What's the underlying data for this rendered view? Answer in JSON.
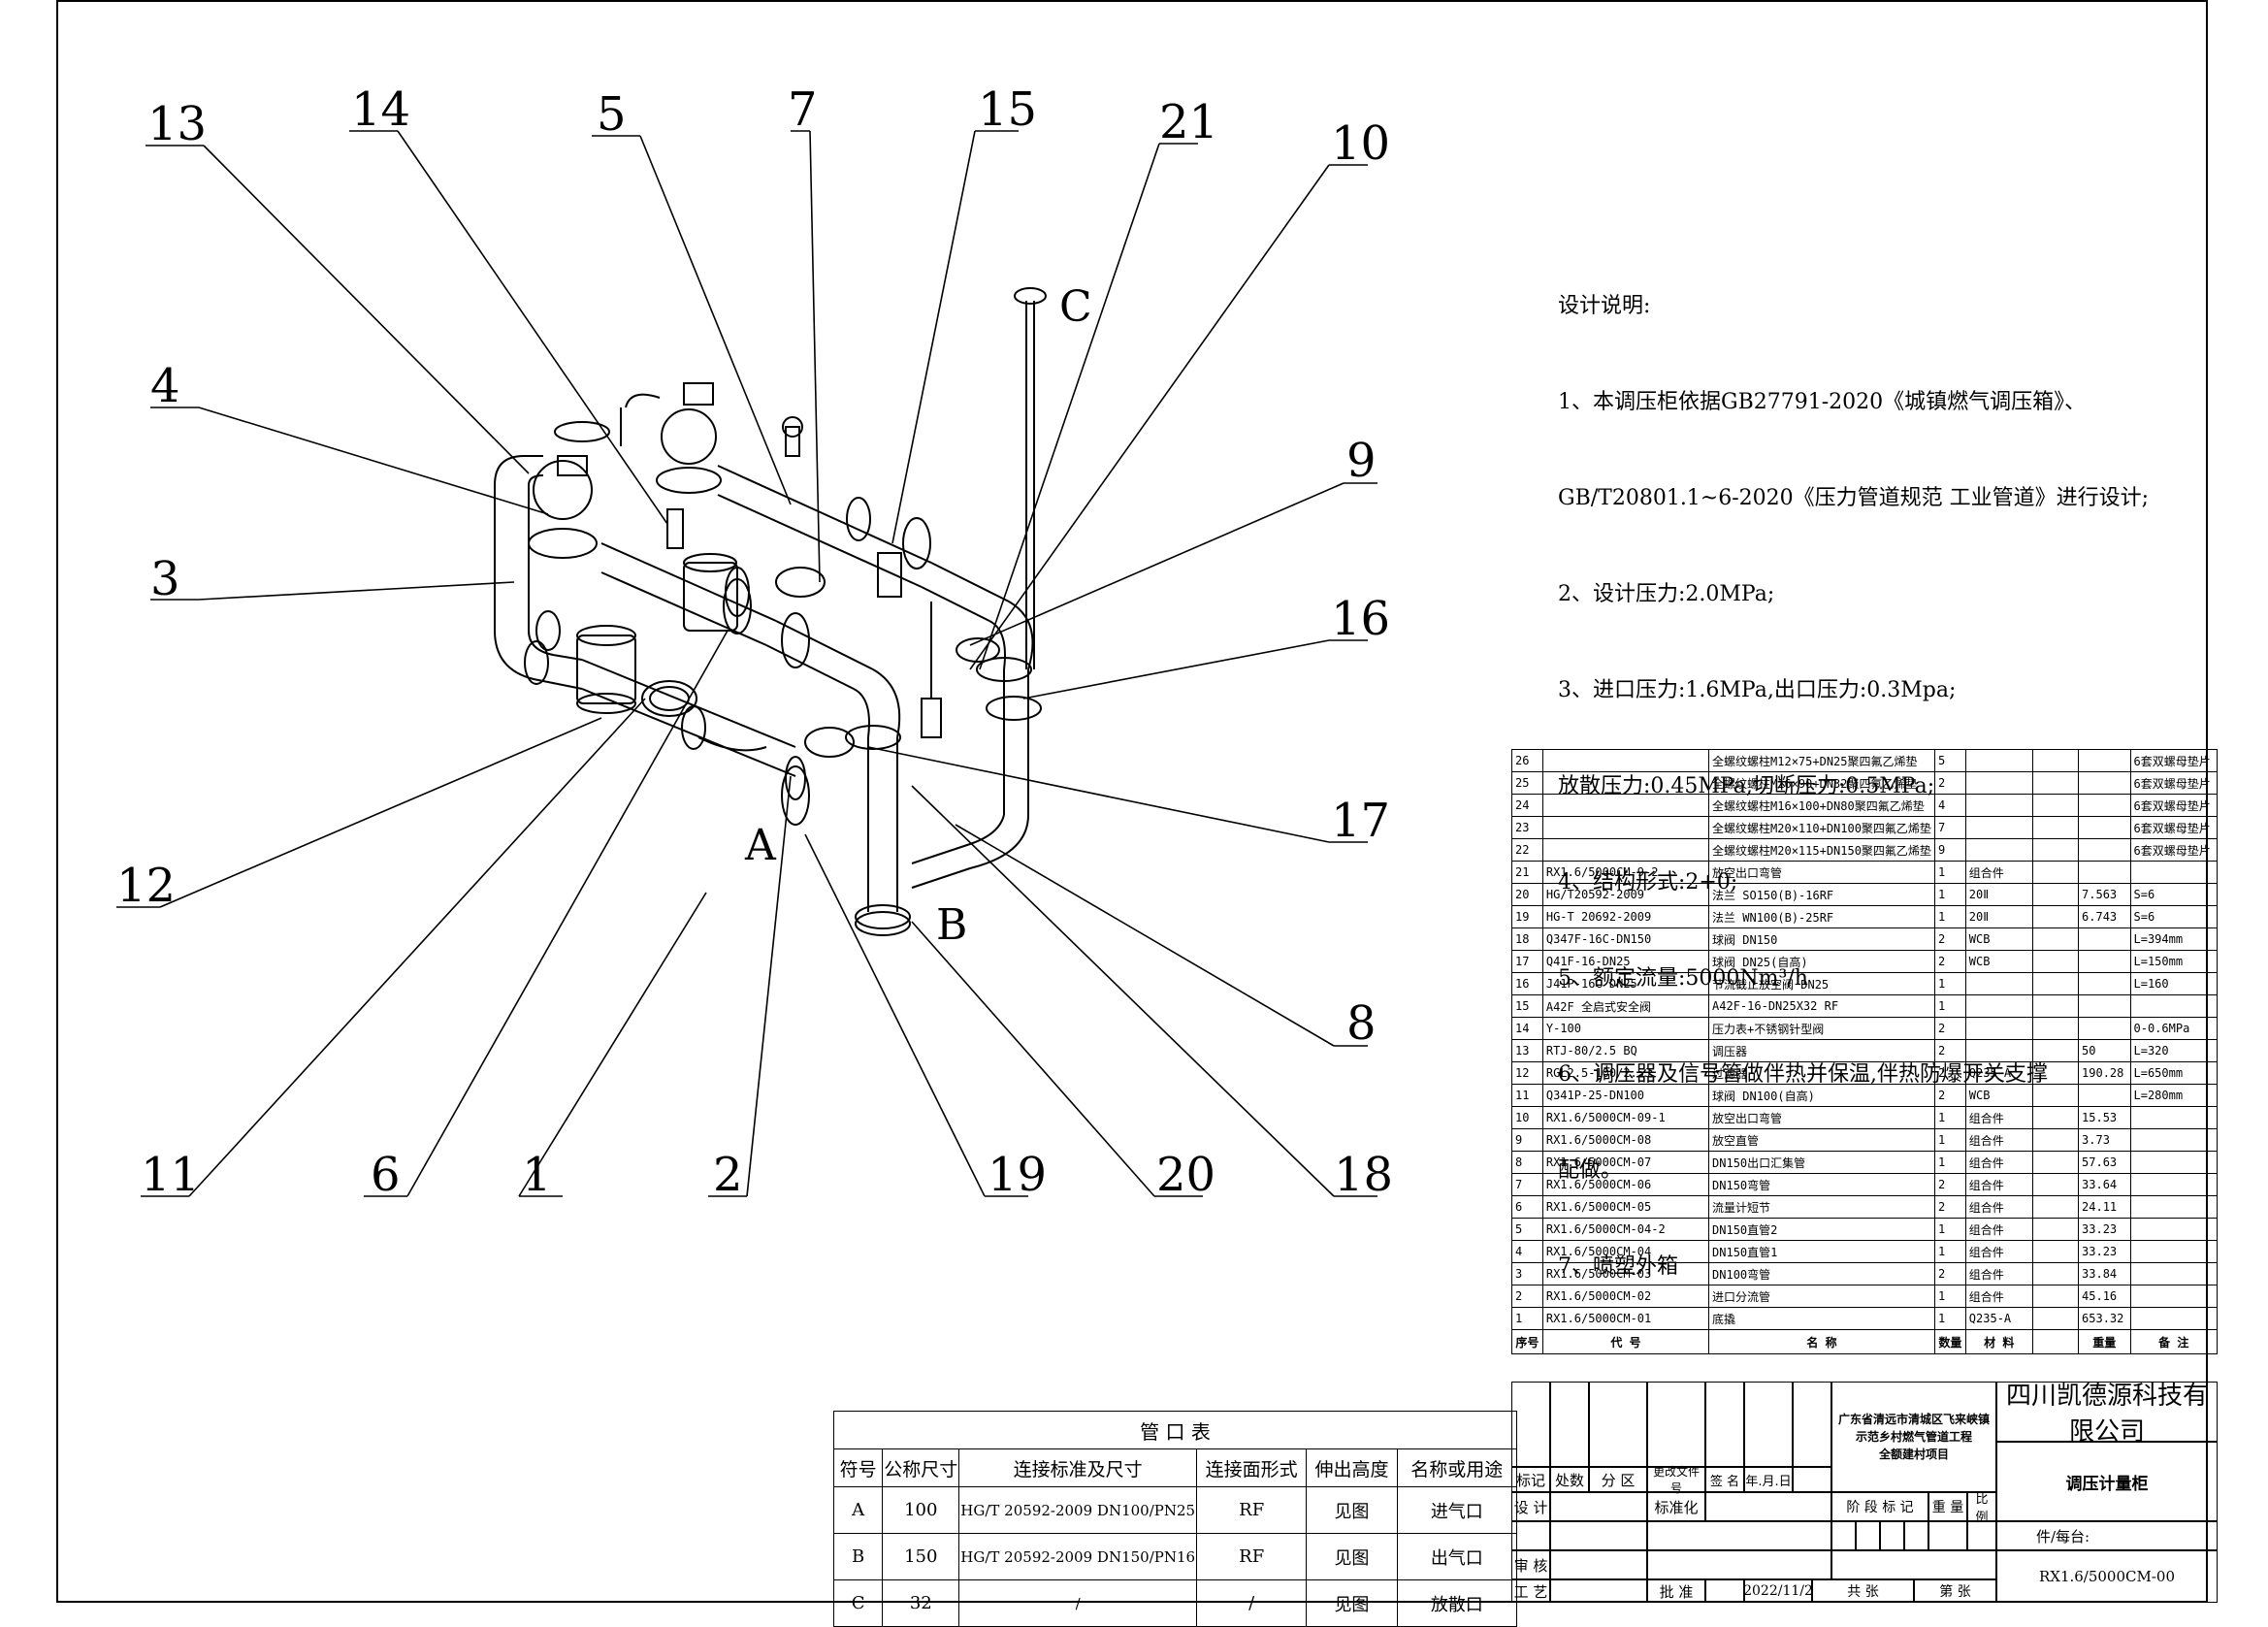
{
  "callouts": [
    "13",
    "14",
    "5",
    "7",
    "15",
    "21",
    "10",
    "4",
    "9",
    "3",
    "16",
    "17",
    "12",
    "8",
    "11",
    "6",
    "1",
    "2",
    "19",
    "20",
    "18"
  ],
  "port_letters": {
    "a": "A",
    "b": "B",
    "c": "C"
  },
  "design_notes": {
    "title": "设计说明:",
    "lines": [
      "1、本调压柜依据GB27791-2020《城镇燃气调压箱》、",
      "GB/T20801.1~6-2020《压力管道规范 工业管道》进行设计;",
      "2、设计压力:2.0MPa;",
      "3、进口压力:1.6MPa,出口压力:0.3Mpa;",
      "放散压力:0.45MPa,切断压力:0.5MPa;",
      "4、结构形式:2+0;",
      "5、额定流量:5000Nm³/h",
      "6、调压器及信号管做伴热并保温,伴热防爆开关支撑",
      "配做。",
      "7、喷塑外箱"
    ]
  },
  "bom": {
    "rows": [
      [
        "26",
        "",
        "全螺纹螺柱M12×75+DN25聚四氟乙烯垫",
        "5",
        "",
        "",
        "",
        "6套双螺母垫片"
      ],
      [
        "25",
        "",
        "全螺纹螺柱M16×90+DN32聚四氟乙烯垫",
        "2",
        "",
        "",
        "",
        "6套双螺母垫片"
      ],
      [
        "24",
        "",
        "全螺纹螺柱M16×100+DN80聚四氟乙烯垫",
        "4",
        "",
        "",
        "",
        "6套双螺母垫片"
      ],
      [
        "23",
        "",
        "全螺纹螺柱M20×110+DN100聚四氟乙烯垫",
        "7",
        "",
        "",
        "",
        "6套双螺母垫片"
      ],
      [
        "22",
        "",
        "全螺纹螺柱M20×115+DN150聚四氟乙烯垫",
        "9",
        "",
        "",
        "",
        "6套双螺母垫片"
      ],
      [
        "21",
        "RX1.6/5000CM-9-2",
        "放空出口弯管",
        "1",
        "组合件",
        "",
        "",
        ""
      ],
      [
        "20",
        "HG/T20592-2009",
        "法兰 SO150(B)-16RF",
        "1",
        "20Ⅱ",
        "",
        "7.563",
        "S=6"
      ],
      [
        "19",
        "HG-T 20692-2009",
        "法兰 WN100(B)-25RF",
        "1",
        "20Ⅱ",
        "",
        "6.743",
        "S=6"
      ],
      [
        "18",
        "Q347F-16C-DN150",
        "球阀 DN150",
        "2",
        "WCB",
        "",
        "",
        "L=394mm"
      ],
      [
        "17",
        "Q41F-16-DN25",
        "球阀 DN25(自高)",
        "2",
        "WCB",
        "",
        "",
        "L=150mm"
      ],
      [
        "16",
        "J41P-16C DN25",
        "节流截止放空阀 DN25",
        "1",
        "",
        "",
        "",
        "L=160"
      ],
      [
        "15",
        "A42F 全启式安全阀",
        "A42F-16-DN25X32 RF",
        "1",
        "",
        "",
        "",
        ""
      ],
      [
        "14",
        "Y-100",
        "压力表+不锈钢针型阀",
        "2",
        "",
        "",
        "",
        "0-0.6MPa"
      ],
      [
        "13",
        "RTJ-80/2.5 BQ",
        "调压器",
        "2",
        "",
        "",
        "50",
        "L=320"
      ],
      [
        "12",
        "RGL2.5-100/2.5J",
        "过滤器",
        "2",
        "Q235-A",
        "",
        "190.28",
        "L=650mm"
      ],
      [
        "11",
        "Q341P-25-DN100",
        "球阀 DN100(自高)",
        "2",
        "WCB",
        "",
        "",
        "L=280mm"
      ],
      [
        "10",
        "RX1.6/5000CM-09-1",
        "放空出口弯管",
        "1",
        "组合件",
        "",
        "15.53",
        ""
      ],
      [
        "9",
        "RX1.6/5000CM-08",
        "放空直管",
        "1",
        "组合件",
        "",
        "3.73",
        ""
      ],
      [
        "8",
        "RX1.6/5000CM-07",
        "DN150出口汇集管",
        "1",
        "组合件",
        "",
        "57.63",
        ""
      ],
      [
        "7",
        "RX1.6/5000CM-06",
        "DN150弯管",
        "2",
        "组合件",
        "",
        "33.64",
        ""
      ],
      [
        "6",
        "RX1.6/5000CM-05",
        "流量计短节",
        "2",
        "组合件",
        "",
        "24.11",
        ""
      ],
      [
        "5",
        "RX1.6/5000CM-04-2",
        "DN150直管2",
        "1",
        "组合件",
        "",
        "33.23",
        ""
      ],
      [
        "4",
        "RX1.6/5000CM-04",
        "DN150直管1",
        "1",
        "组合件",
        "",
        "33.23",
        ""
      ],
      [
        "3",
        "RX1.6/5000CM-03",
        "DN100弯管",
        "2",
        "组合件",
        "",
        "33.84",
        ""
      ],
      [
        "2",
        "RX1.6/5000CM-02",
        "进口分流管",
        "1",
        "组合件",
        "",
        "45.16",
        ""
      ],
      [
        "1",
        "RX1.6/5000CM-01",
        "底撬",
        "1",
        "Q235-A",
        "",
        "653.32",
        ""
      ]
    ],
    "header": [
      "序号",
      "代 号",
      "名 称",
      "数量",
      "材 料",
      "",
      "重量",
      "备 注"
    ]
  },
  "ports_table": {
    "title": "管 口 表",
    "header": [
      "符号",
      "公称尺寸",
      "连接标准及尺寸",
      "连接面形式",
      "伸出高度",
      "名称或用途"
    ],
    "rows": [
      [
        "A",
        "100",
        "HG/T 20592-2009 DN100/PN25",
        "RF",
        "见图",
        "进气口"
      ],
      [
        "B",
        "150",
        "HG/T 20592-2009 DN150/PN16",
        "RF",
        "见图",
        "出气口"
      ],
      [
        "C",
        "32",
        "/",
        "/",
        "见图",
        "放散口"
      ]
    ]
  },
  "title_block": {
    "project": [
      "广东省清远市清城区飞来峡镇",
      "示范乡村燃气管道工程",
      "全额建村项目"
    ],
    "company": "四川凯德源科技有限公司",
    "drawing_name": "调压计量柜",
    "piece": "件/每台:",
    "drawing_no": "RX1.6/5000CM-00",
    "labels": {
      "mark": "标记",
      "count": "处数",
      "zone": "分 区",
      "doc": "更改文件号",
      "sign": "签 名",
      "date": "年.月.日",
      "design": "设 计",
      "std": "标准化",
      "stage": "阶 段 标 记",
      "weight": "重 量",
      "scale": "比 例",
      "review": "审 核",
      "process": "工 艺",
      "approve": "批 准",
      "date_value": "2022/11/2",
      "sheets": "共 张",
      "sheet": "第 张"
    }
  }
}
